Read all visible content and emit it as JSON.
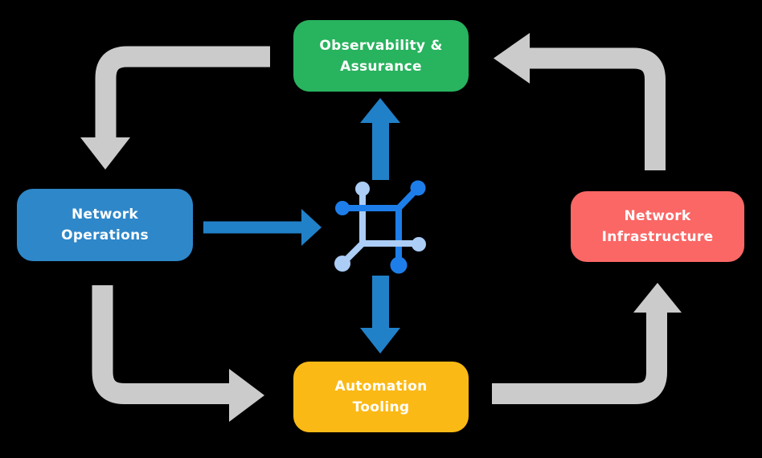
{
  "diagram": {
    "title": "network automation lifecycle diagram",
    "background_color": "#000000",
    "nodes": {
      "observability": {
        "line1": "Observability &",
        "line2": "Assurance",
        "color": "#28b35e"
      },
      "operations": {
        "line1": "Network",
        "line2": "Operations",
        "color": "#2e87c9"
      },
      "infrastructure": {
        "line1": "Network",
        "line2": "Infrastructure",
        "color": "#fa6765"
      },
      "automation": {
        "line1": "Automation",
        "line2": "Tooling",
        "color": "#fbb915"
      }
    },
    "center_icon": "network-mesh-icon",
    "colors": {
      "cycle_arrow": "#cbcbcb",
      "flow_arrow": "#2181c8",
      "icon_dark_blue": "#1d7ee9",
      "icon_light_blue": "#abcdf6",
      "node_text": "#ffffff"
    },
    "cycle_order": [
      "observability",
      "operations",
      "automation",
      "infrastructure"
    ],
    "flow_arrows": [
      {
        "from": "operations",
        "to": "center-icon",
        "direction": "right"
      },
      {
        "from": "center-icon",
        "to": "observability",
        "direction": "up"
      },
      {
        "from": "center-icon",
        "to": "automation",
        "direction": "down"
      }
    ]
  }
}
